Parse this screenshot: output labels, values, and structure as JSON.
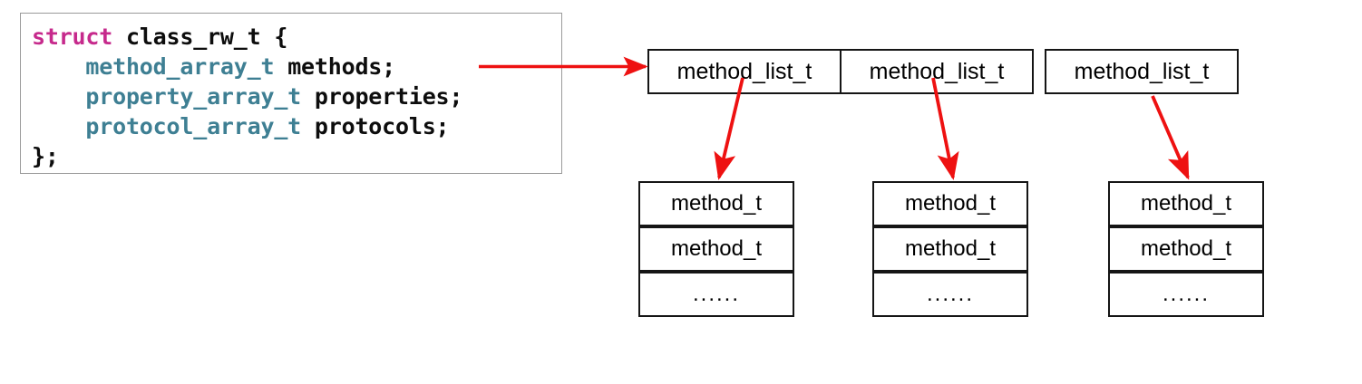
{
  "diagram": {
    "title": "class_rw_t method list layout",
    "colors": {
      "arrow": "#ee1111",
      "keyword": "#c62a8c",
      "type": "#3e7f93",
      "identifier": "#0d0d0d",
      "box_border": "#151515",
      "code_border": "#9a9a9a",
      "background": "#ffffff"
    }
  },
  "code": {
    "lines": [
      {
        "tokens": [
          {
            "text": "struct ",
            "kind": "keyword"
          },
          {
            "text": "class_rw_t {",
            "kind": "identifier"
          }
        ]
      },
      {
        "tokens": [
          {
            "text": "    ",
            "kind": "identifier"
          },
          {
            "text": "method_array_t ",
            "kind": "type"
          },
          {
            "text": "methods;",
            "kind": "identifier"
          }
        ]
      },
      {
        "tokens": [
          {
            "text": "    ",
            "kind": "identifier"
          },
          {
            "text": "property_array_t ",
            "kind": "type"
          },
          {
            "text": "properties;",
            "kind": "identifier"
          }
        ]
      },
      {
        "tokens": [
          {
            "text": "    ",
            "kind": "identifier"
          },
          {
            "text": "protocol_array_t ",
            "kind": "type"
          },
          {
            "text": "protocols;",
            "kind": "identifier"
          }
        ]
      },
      {
        "tokens": [
          {
            "text": "};",
            "kind": "identifier"
          }
        ]
      }
    ]
  },
  "method_lists": [
    {
      "label": "method_list_t"
    },
    {
      "label": "method_list_t"
    },
    {
      "label": "method_list_t"
    }
  ],
  "method_columns": [
    {
      "cells": [
        "method_t",
        "method_t",
        "......"
      ]
    },
    {
      "cells": [
        "method_t",
        "method_t",
        "......"
      ]
    },
    {
      "cells": [
        "method_t",
        "method_t",
        "......"
      ]
    }
  ],
  "arrows": [
    {
      "name": "methods-to-list-array",
      "from": "struct.methods",
      "to": "method_list_t[0]"
    },
    {
      "name": "list0-to-column0",
      "from": "method_list_t[0]",
      "to": "method_column[0]"
    },
    {
      "name": "list1-to-column1",
      "from": "method_list_t[1]",
      "to": "method_column[1]"
    },
    {
      "name": "list2-to-column2",
      "from": "method_list_t[2]",
      "to": "method_column[2]"
    }
  ]
}
